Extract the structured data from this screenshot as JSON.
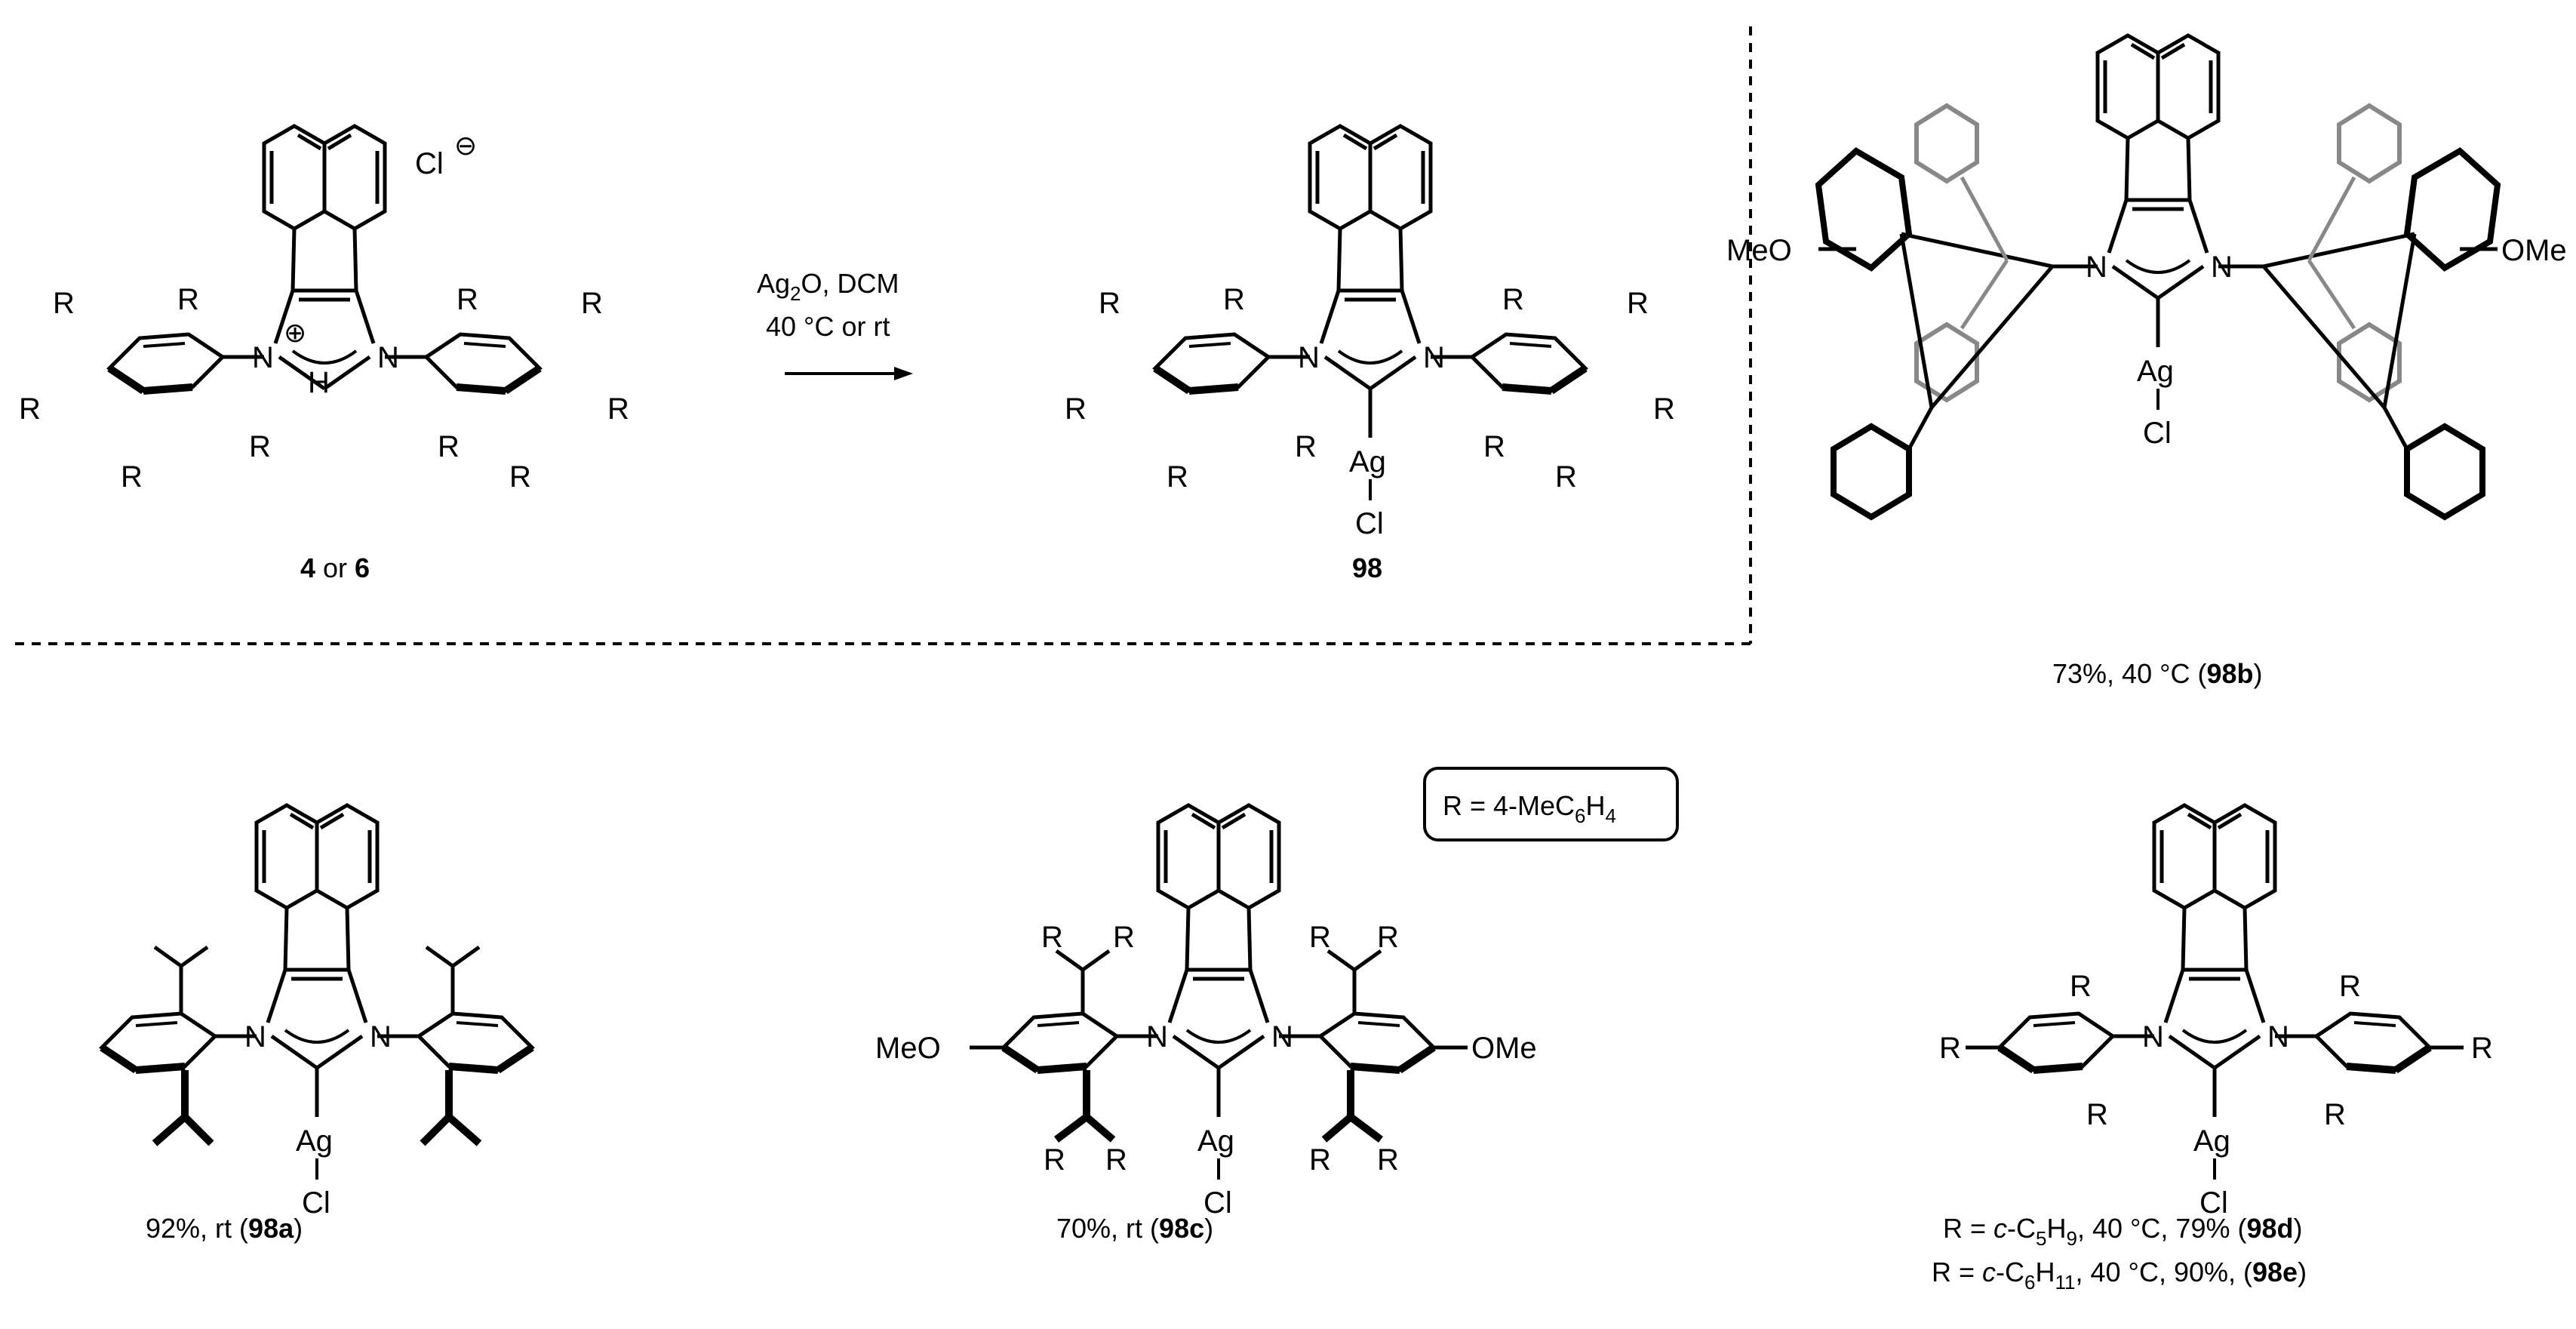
{
  "reaction": {
    "reagents_line1_main": "Ag",
    "reagents_line1_sub": "2",
    "reagents_line1_rest": "O, DCM",
    "reagents_line2": "40 °C or rt",
    "start_label_num1": "4",
    "start_label_or": " or ",
    "start_label_num2": "6",
    "product_label": "98",
    "counterion": "Cl",
    "counterion_charge": "⊖",
    "cation_charge": "⊕"
  },
  "atoms": {
    "R": "R",
    "N": "N",
    "Ag": "Ag",
    "Cl": "Cl",
    "MeO": "MeO",
    "OMe": "OMe"
  },
  "legend": {
    "r_def_prefix": "R = 4-MeC",
    "r_def_sub1": "6",
    "r_def_mid": "H",
    "r_def_sub2": "4"
  },
  "captions": {
    "c98a_text": "92%, rt (",
    "c98a_bold": "98a",
    "c98a_end": ")",
    "c98b_text": "73%, 40 °C (",
    "c98b_bold": "98b",
    "c98b_end": ")",
    "c98c_text": "70%, rt (",
    "c98c_bold": "98c",
    "c98c_end": ")",
    "c98d_pre": "R = ",
    "c98d_italic": "c",
    "c98d_mid": "-C",
    "c98d_sub1": "5",
    "c98d_h": "H",
    "c98d_sub2": "9",
    "c98d_rest": ", 40 °C, 79% (",
    "c98d_bold": "98d",
    "c98d_end": ")",
    "c98e_pre": "R = ",
    "c98e_italic": "c",
    "c98e_mid": "-C",
    "c98e_sub1": "6",
    "c98e_h": "H",
    "c98e_sub2": "11",
    "c98e_rest": ", 40 °C, 90%, (",
    "c98e_bold": "98e",
    "c98e_end": ")"
  }
}
